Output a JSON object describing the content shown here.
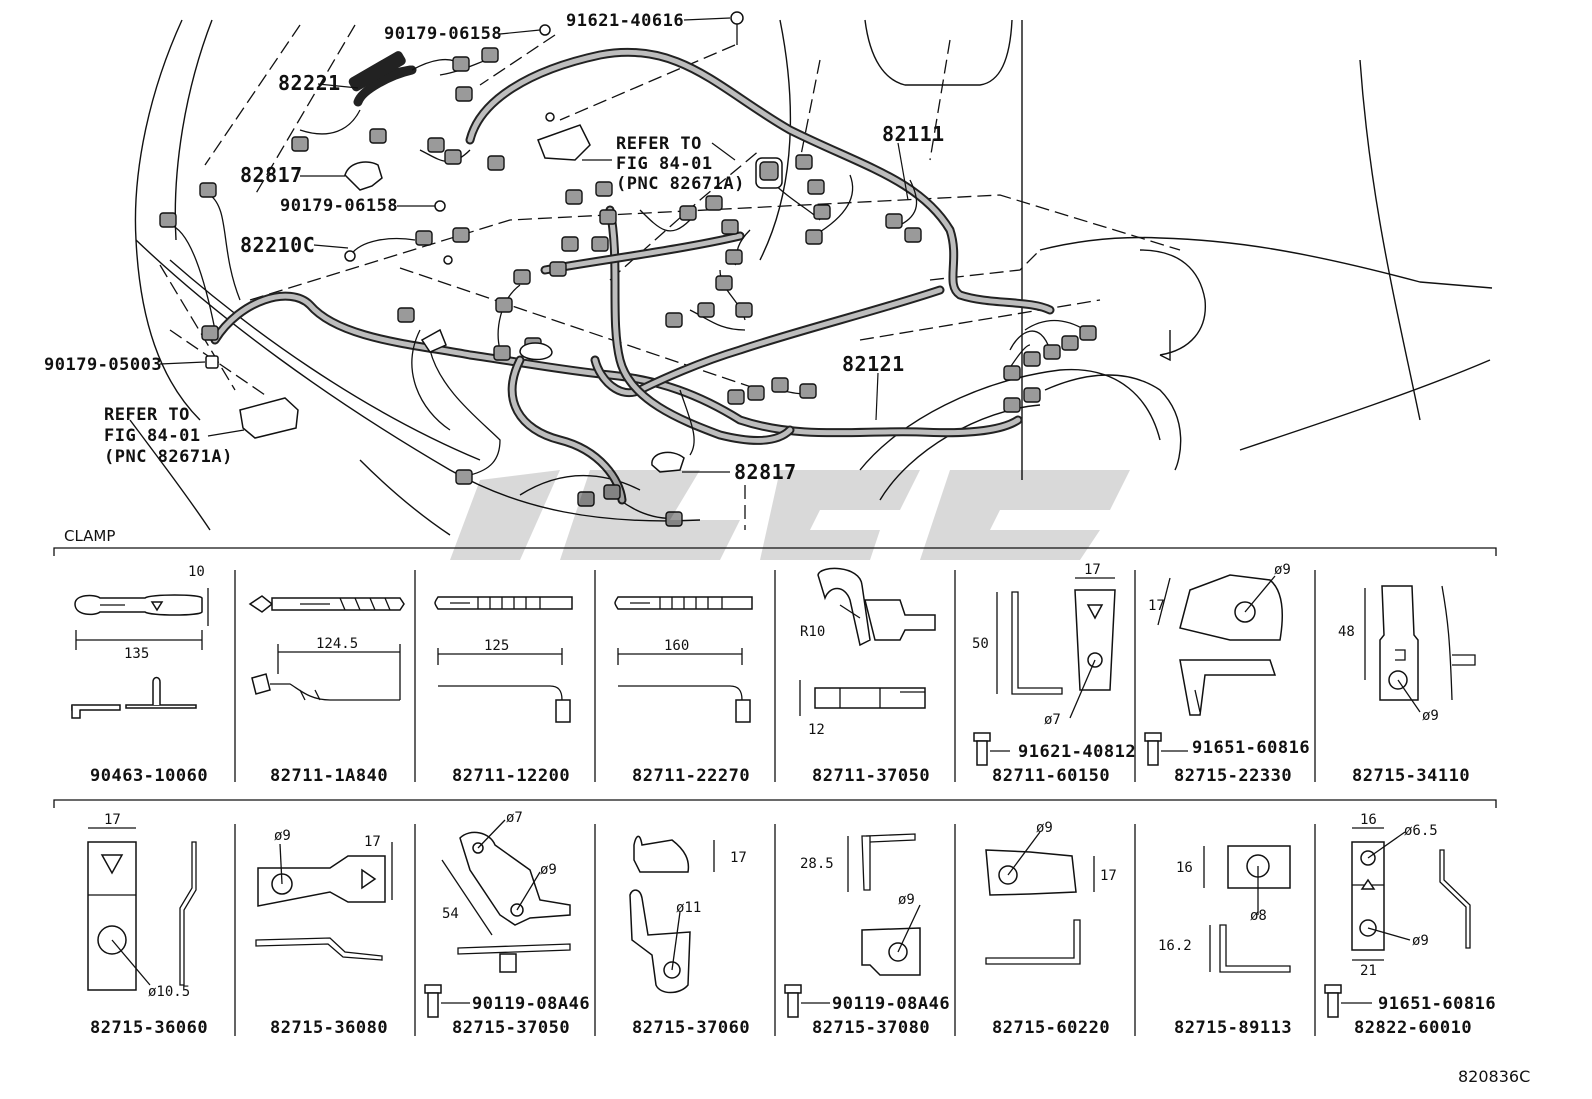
{
  "diagram": {
    "callouts": {
      "p90179_06158_top": "90179-06158",
      "p91621_40616": "91621-40616",
      "p82221": "82221",
      "p82817_top": "82817",
      "p90179_06158_mid": "90179-06158",
      "p82210c": "82210C",
      "p90179_05003": "90179-05003",
      "p82111": "82111",
      "p82121": "82121",
      "p82817_bottom": "82817",
      "refer_right": [
        "REFER TO",
        "FIG 84-01",
        "(PNC 82671A)"
      ],
      "refer_left": [
        "REFER TO",
        "FIG 84-01",
        "(PNC 82671A)"
      ]
    }
  },
  "clamp_section": {
    "header": "CLAMP",
    "row1": [
      {
        "part": "90463-10060",
        "dims": [
          "10",
          "135"
        ]
      },
      {
        "part": "82711-1A840",
        "dims": [
          "124.5"
        ]
      },
      {
        "part": "82711-12200",
        "dims": [
          "125"
        ]
      },
      {
        "part": "82711-22270",
        "dims": [
          "160"
        ]
      },
      {
        "part": "82711-37050",
        "dims": [
          "R10",
          "12"
        ]
      },
      {
        "part": "82711-60150",
        "dims": [
          "17",
          "50",
          "ø7"
        ],
        "bolt": "91621-40812"
      },
      {
        "part": "82715-22330",
        "dims": [
          "17",
          "ø9"
        ],
        "bolt": "91651-60816"
      },
      {
        "part": "82715-34110",
        "dims": [
          "48",
          "ø9"
        ]
      }
    ],
    "row2": [
      {
        "part": "82715-36060",
        "dims": [
          "17",
          "ø10.5"
        ]
      },
      {
        "part": "82715-36080",
        "dims": [
          "ø9",
          "17"
        ]
      },
      {
        "part": "82715-37050",
        "dims": [
          "ø7",
          "ø9",
          "54"
        ],
        "bolt": "90119-08A46"
      },
      {
        "part": "82715-37060",
        "dims": [
          "17",
          "ø11"
        ]
      },
      {
        "part": "82715-37080",
        "dims": [
          "28.5",
          "ø9"
        ],
        "bolt": "90119-08A46"
      },
      {
        "part": "82715-60220",
        "dims": [
          "ø9",
          "17"
        ]
      },
      {
        "part": "82715-89113",
        "dims": [
          "16",
          "ø8",
          "16.2"
        ]
      },
      {
        "part": "82822-60010",
        "dims": [
          "16",
          "ø6.5",
          "ø9",
          "21"
        ],
        "bolt": "91651-60816"
      }
    ]
  },
  "footer": {
    "code": "820836C"
  }
}
